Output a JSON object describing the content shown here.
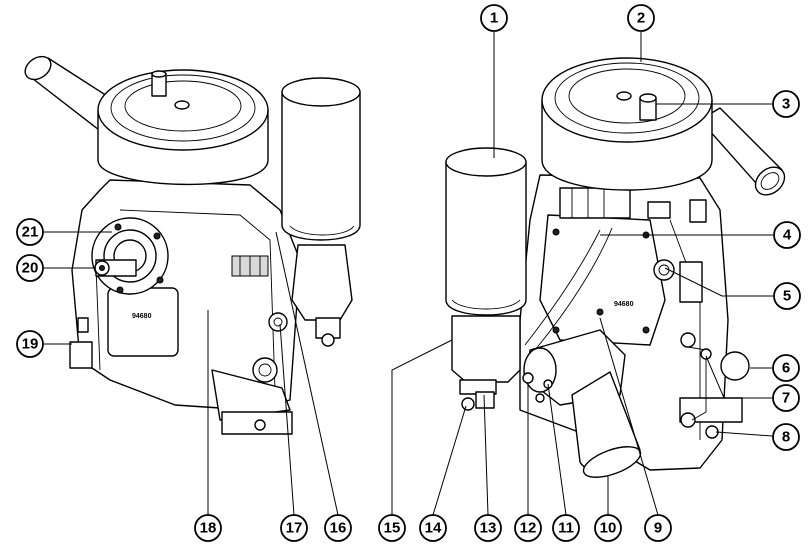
{
  "diagram": {
    "left_view_marking": "94680",
    "right_view_marking": "94680",
    "callouts": [
      {
        "label": "1"
      },
      {
        "label": "2"
      },
      {
        "label": "3"
      },
      {
        "label": "4"
      },
      {
        "label": "5"
      },
      {
        "label": "6"
      },
      {
        "label": "7"
      },
      {
        "label": "8"
      },
      {
        "label": "9"
      },
      {
        "label": "10"
      },
      {
        "label": "11"
      },
      {
        "label": "12"
      },
      {
        "label": "13"
      },
      {
        "label": "14"
      },
      {
        "label": "15"
      },
      {
        "label": "16"
      },
      {
        "label": "17"
      },
      {
        "label": "18"
      },
      {
        "label": "19"
      },
      {
        "label": "20"
      },
      {
        "label": "21"
      }
    ]
  }
}
